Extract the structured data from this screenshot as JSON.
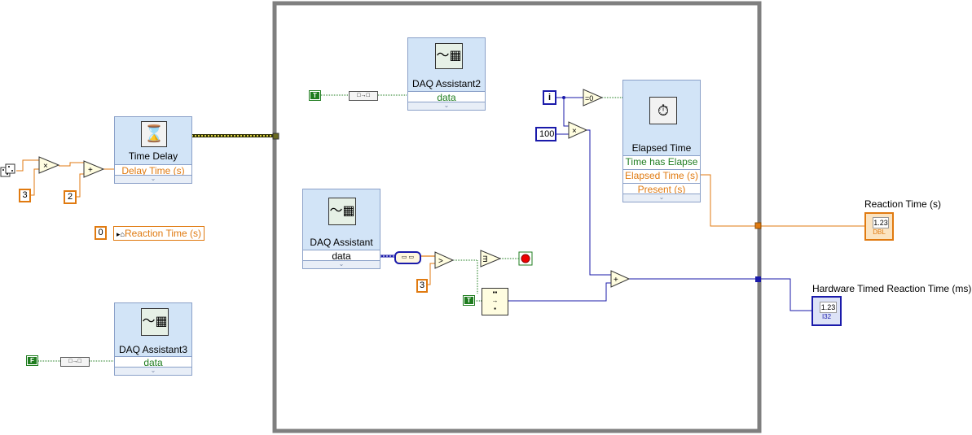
{
  "nodes": {
    "time_delay": {
      "title": "Time Delay",
      "input_label": "Delay Time (s)"
    },
    "daq_assistant": {
      "title": "DAQ Assistant",
      "output_label": "data"
    },
    "daq_assistant2": {
      "title": "DAQ Assistant2",
      "input_label": "data"
    },
    "daq_assistant3": {
      "title": "DAQ Assistant3",
      "input_label": "data"
    },
    "elapsed_time": {
      "title": "Elapsed Time",
      "outputs": [
        "Time has Elapse",
        "Elapsed Time (s)",
        "Present (s)"
      ]
    }
  },
  "constants": {
    "multiplier": "3",
    "adder": "2",
    "reaction_init": "0",
    "compare_threshold": "3",
    "multiplier_100": "100",
    "iteration": "i",
    "true_const_top": "T",
    "true_const_mid": "T",
    "false_const": "F"
  },
  "local_variable": {
    "label": "Reaction Time (s)"
  },
  "indicators": {
    "reaction_time": {
      "label": "Reaction Time (s)",
      "display": "1.23",
      "type": "DBL"
    },
    "hardware_time": {
      "label": "Hardware Timed Reaction Time (ms)",
      "display": "1.23",
      "type": "I32"
    }
  },
  "colors": {
    "orange_wire": "#e07a10",
    "blue_wire": "#1a1aaa",
    "green_wire": "#1f7d1f",
    "loop_border": "#7f7f7f",
    "express_bg": "#d2e4f7"
  }
}
